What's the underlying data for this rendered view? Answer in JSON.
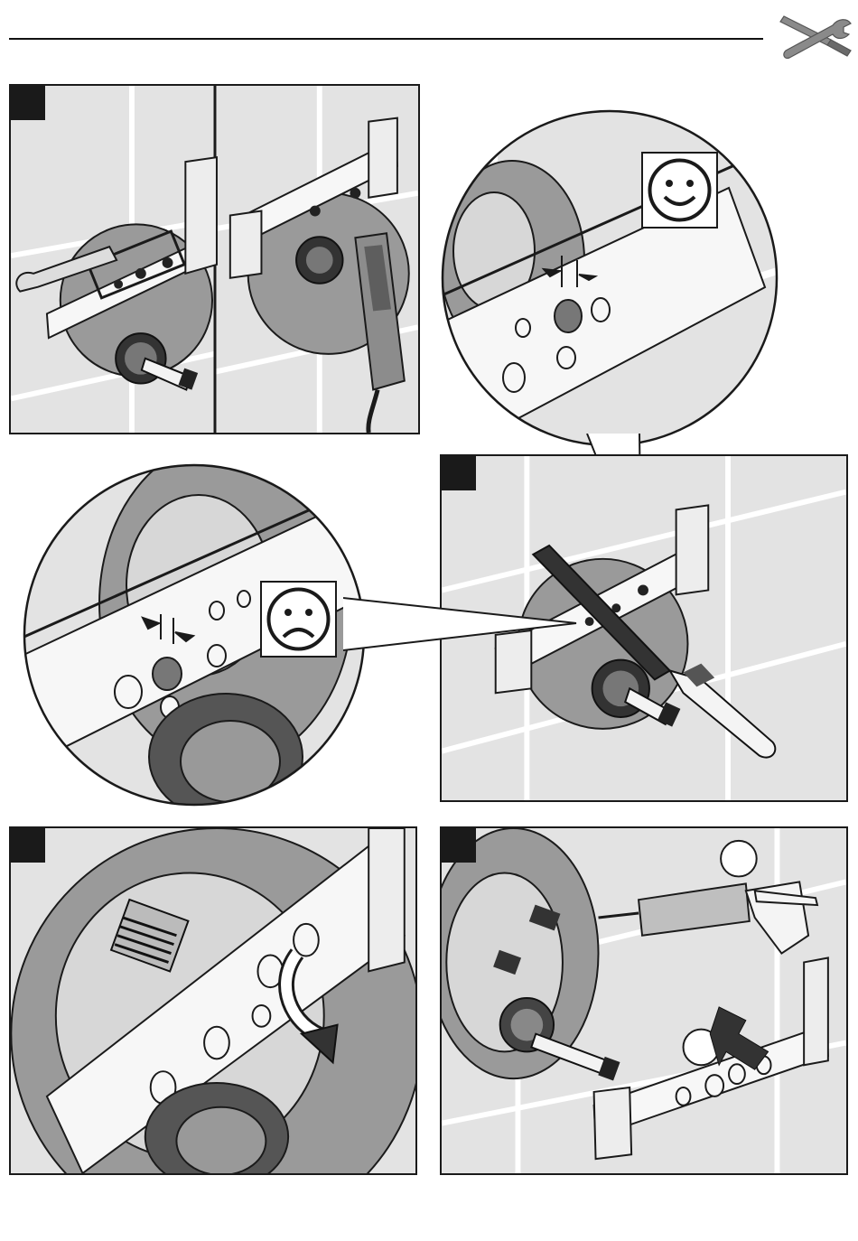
{
  "page": {
    "header_icon": "wrench-screwdriver-icon"
  },
  "steps": [
    {
      "id": "step-1",
      "number": "",
      "illustration": "bracket-with-multitool"
    },
    {
      "id": "step-2",
      "number": "",
      "illustration": "file-bracket-holes"
    },
    {
      "id": "step-3",
      "number": "",
      "illustration": "rotate-bracket-arrow"
    },
    {
      "id": "step-4",
      "number": "",
      "illustration": "sealant-gun-and-bracket"
    }
  ],
  "callouts": {
    "good": {
      "icon": "smiley-happy-icon"
    },
    "bad": {
      "icon": "smiley-sad-icon"
    }
  },
  "colors": {
    "tile": "#e3e3e3",
    "tile_dark": "#cfcfcf",
    "line": "#1a1a1a",
    "bracket": "#f7f7f7",
    "grout": "#ffffff"
  }
}
